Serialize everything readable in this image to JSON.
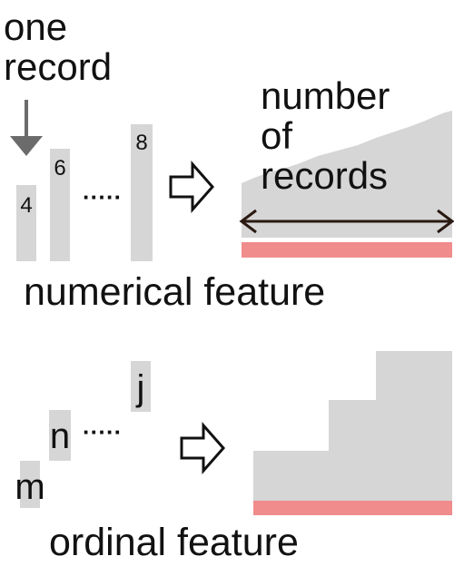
{
  "colors": {
    "bar_gray": "#d6d6d6",
    "accent_red": "#f08c8c",
    "arrow_gray": "#6b6b6b",
    "text": "#111111"
  },
  "numerical": {
    "one_record_label_line1": "one",
    "one_record_label_line2": "record",
    "bars": [
      {
        "label": "4"
      },
      {
        "label": "6"
      },
      {
        "label": "8"
      }
    ],
    "ellipsis": "·····",
    "number_of_records_line1": "number",
    "number_of_records_line2": "of",
    "number_of_records_line3": "records",
    "caption": "numerical feature"
  },
  "ordinal": {
    "items": [
      {
        "label": "m"
      },
      {
        "label": "n"
      },
      {
        "label": "j"
      }
    ],
    "ellipsis": "·····",
    "caption": "ordinal feature"
  },
  "icons": {
    "down_arrow": "down-arrow-icon",
    "transform_arrow": "right-outline-arrow-icon",
    "double_arrow": "double-headed-arrow-icon"
  }
}
